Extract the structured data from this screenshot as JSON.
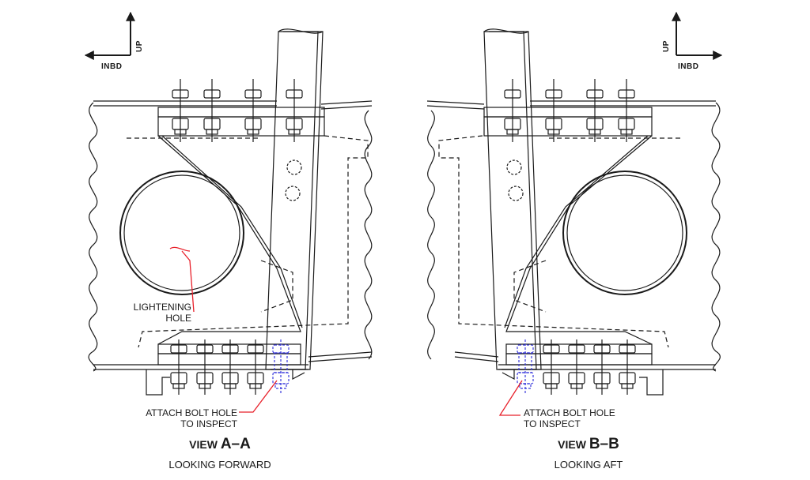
{
  "view_a": {
    "title_prefix": "VIEW",
    "title_id": "A–A",
    "subtitle": "LOOKING FORWARD",
    "axis_up": "UP",
    "axis_inbd": "INBD",
    "callout_hole": [
      "LIGHTENING",
      "HOLE"
    ],
    "callout_bolt": [
      "ATTACH BOLT HOLE",
      "TO INSPECT"
    ]
  },
  "view_b": {
    "title_prefix": "VIEW",
    "title_id": "B–B",
    "subtitle": "LOOKING AFT",
    "axis_up": "UP",
    "axis_inbd": "INBD",
    "callout_bolt": [
      "ATTACH BOLT HOLE",
      "TO INSPECT"
    ]
  },
  "colors": {
    "line": "#1a1a1a",
    "leader": "#e8202a",
    "highlight_bolt": "#3b3bdc"
  }
}
